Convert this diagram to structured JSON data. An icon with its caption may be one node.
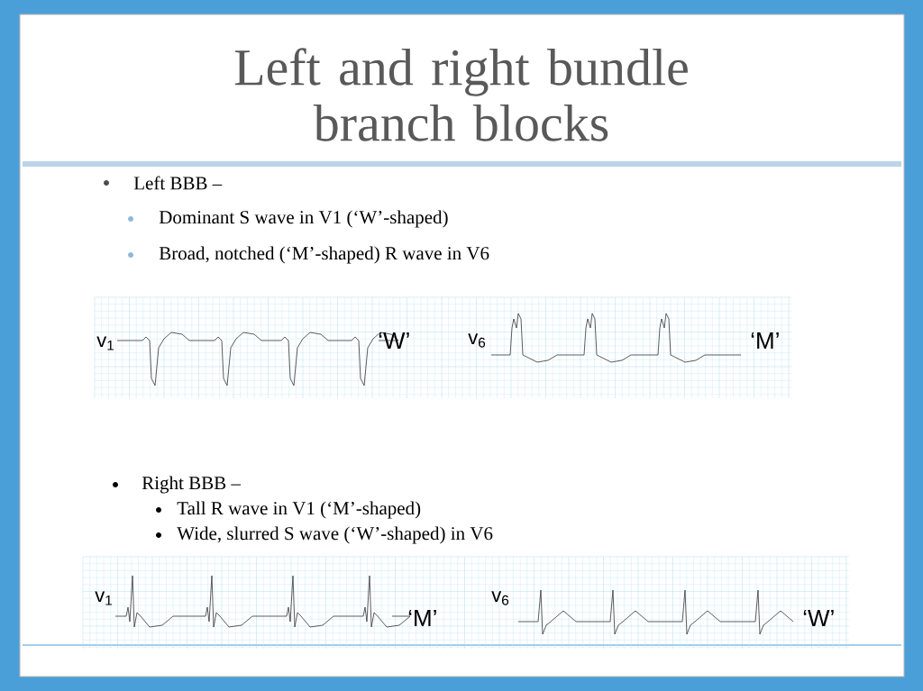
{
  "diagram": {
    "title": "Left and right bundle branch blocks",
    "labels": [
      "Left BBB –",
      "Dominant S wave in V1 (‘W’-shaped)",
      "Broad, notched (‘M’-shaped) R wave in V6",
      "v$_{1}$",
      "‘W’",
      "v$_{6}$",
      "‘M’",
      "Right BBB –",
      "Tall R wave in V1 (‘M’-shaped)",
      "Wide, slurred S wave (‘W’-shaped) in V6",
      "v$_{1}$",
      "‘M’",
      "v$_{6}$",
      "‘W’"
    ]
  }
}
